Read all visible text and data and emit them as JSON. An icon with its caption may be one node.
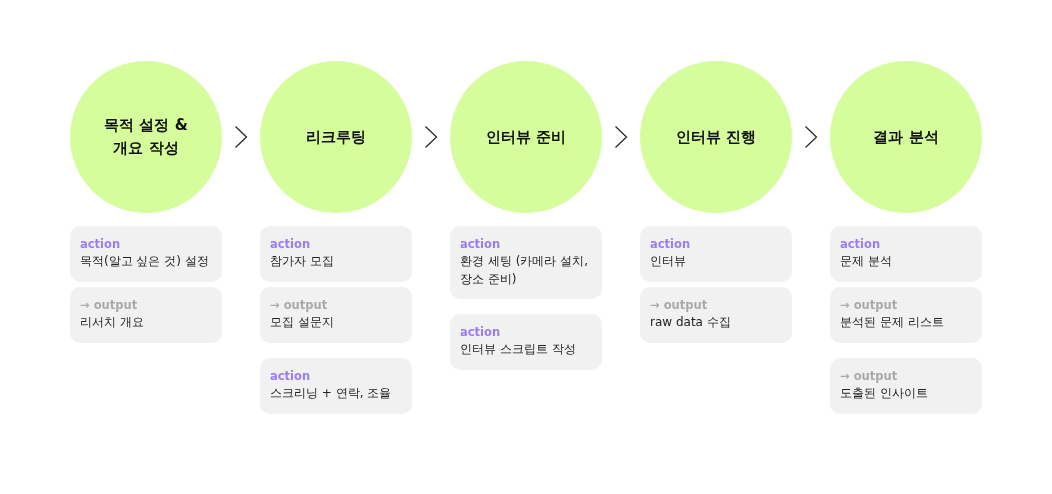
{
  "diagram": {
    "nodes": [
      {
        "text": [
          "목적 설정 & 개요 작성"
        ]
      },
      {
        "text": [
          "리크루팅"
        ]
      },
      {
        "text": [
          "인터뷰 준비"
        ]
      },
      {
        "text": [
          "인터뷰 진행"
        ]
      },
      {
        "text": [
          "결과 분석"
        ]
      },
      {
        "text": [
          "action",
          "목적(알고 싶은 것) 설정"
        ]
      },
      {
        "text": [
          "→ output",
          "리서치 개요"
        ]
      },
      {
        "text": [
          "action",
          "참가자 모집"
        ]
      },
      {
        "text": [
          "→ output",
          "모집 설문지"
        ]
      },
      {
        "text": [
          "action",
          "스크리닝 + 연락, 조율"
        ]
      },
      {
        "text": [
          "action",
          "환경 세팅 (카메라 설치, 장소 준비)"
        ]
      },
      {
        "text": [
          "action",
          "인터뷰 스크립트 작성"
        ]
      },
      {
        "text": [
          "action",
          "인터뷰"
        ]
      },
      {
        "text": [
          "→ output",
          "raw data 수집"
        ]
      },
      {
        "text": [
          "action",
          "문제 분석"
        ]
      },
      {
        "text": [
          "→ output",
          "분석된 문제 리스트"
        ]
      },
      {
        "text": [
          "→ output",
          "도출된 인사이트"
        ]
      }
    ],
    "edges": [
      {
        "from": 0,
        "to": 1,
        "arrow": "to"
      },
      {
        "from": 1,
        "to": 2,
        "arrow": "to"
      },
      {
        "from": 2,
        "to": 3,
        "arrow": "to"
      },
      {
        "from": 3,
        "to": 4,
        "arrow": "to"
      }
    ]
  }
}
